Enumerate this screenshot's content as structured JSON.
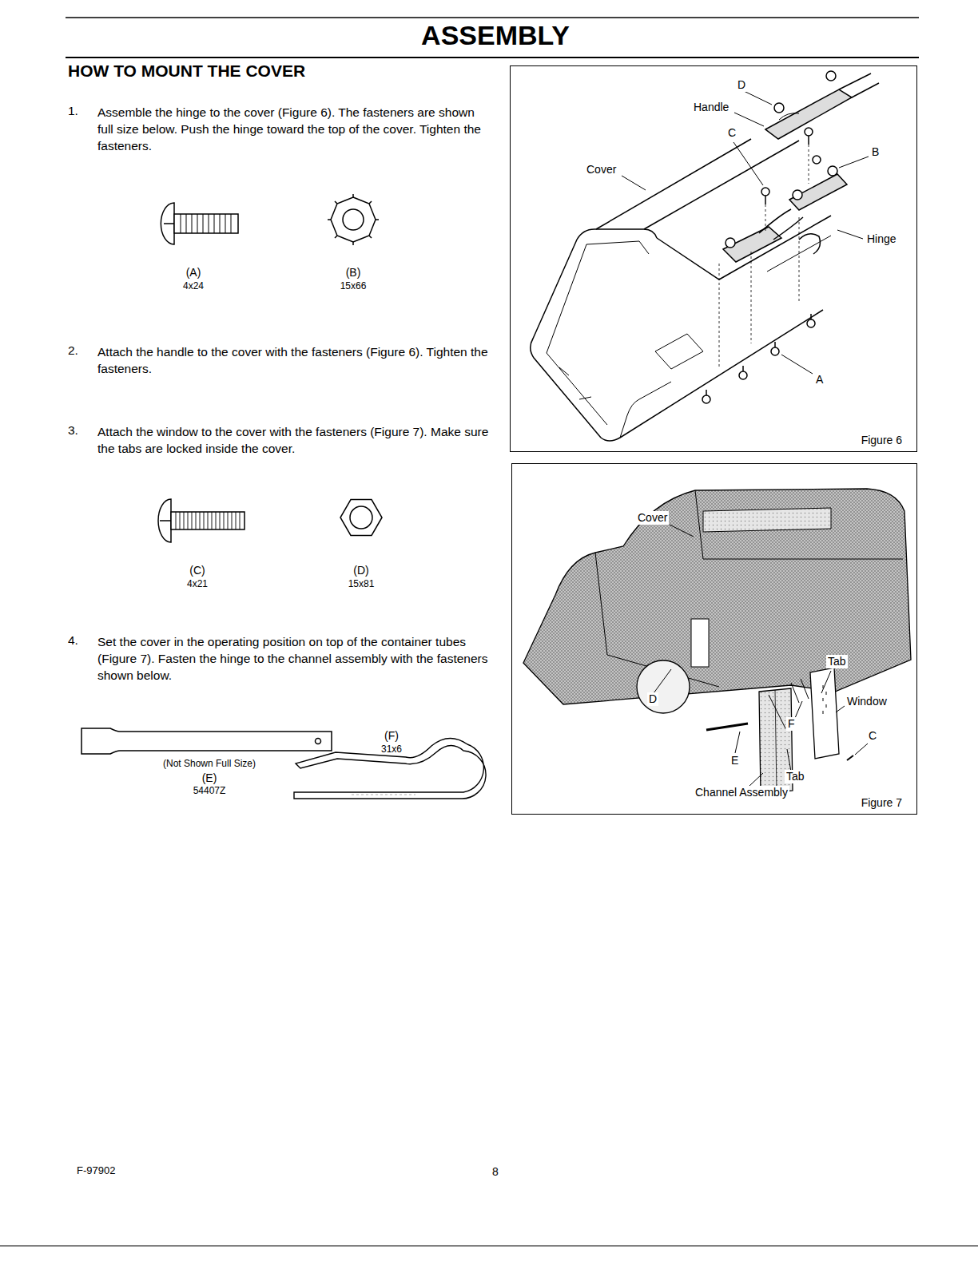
{
  "diagram": {
    "title": "ASSEMBLY",
    "nodes": [
      {
        "text": [
          "Figure 6"
        ]
      },
      {
        "text": [
          "Figure 7"
        ]
      }
    ],
    "labels": [
      "HOW TO MOUNT THE COVER",
      "1.",
      "Assemble the hinge to the cover (Figure 6). The fasteners are shown full size below. Push the hinge toward the top of the cover. Tighten the fasteners.",
      "(A)",
      "4x24",
      "(B)",
      "15x66",
      "2.",
      "Attach the handle to the cover with the fasteners (Figure 6). Tighten the fasteners.",
      "3.",
      "Attach the window to the cover with the fasteners (Figure 7). Make sure the tabs are locked inside the cover.",
      "(C)",
      "4x21",
      "(D)",
      "15x81",
      "4.",
      "Set the cover in the operating position on top of the container tubes (Figure 7). Fasten the hinge to the channel assembly with the fasteners shown below.",
      "(Not Shown Full Size)",
      "(E)",
      "54407Z",
      "(F)",
      "31x6",
      "D",
      "Handle",
      "C",
      "Cover",
      "B",
      "Hinge",
      "A",
      "Cover",
      "Tab",
      "Window",
      "C",
      "D",
      "F",
      "E",
      "Tab",
      "Channel Assembly",
      "F-97902",
      "8"
    ]
  }
}
